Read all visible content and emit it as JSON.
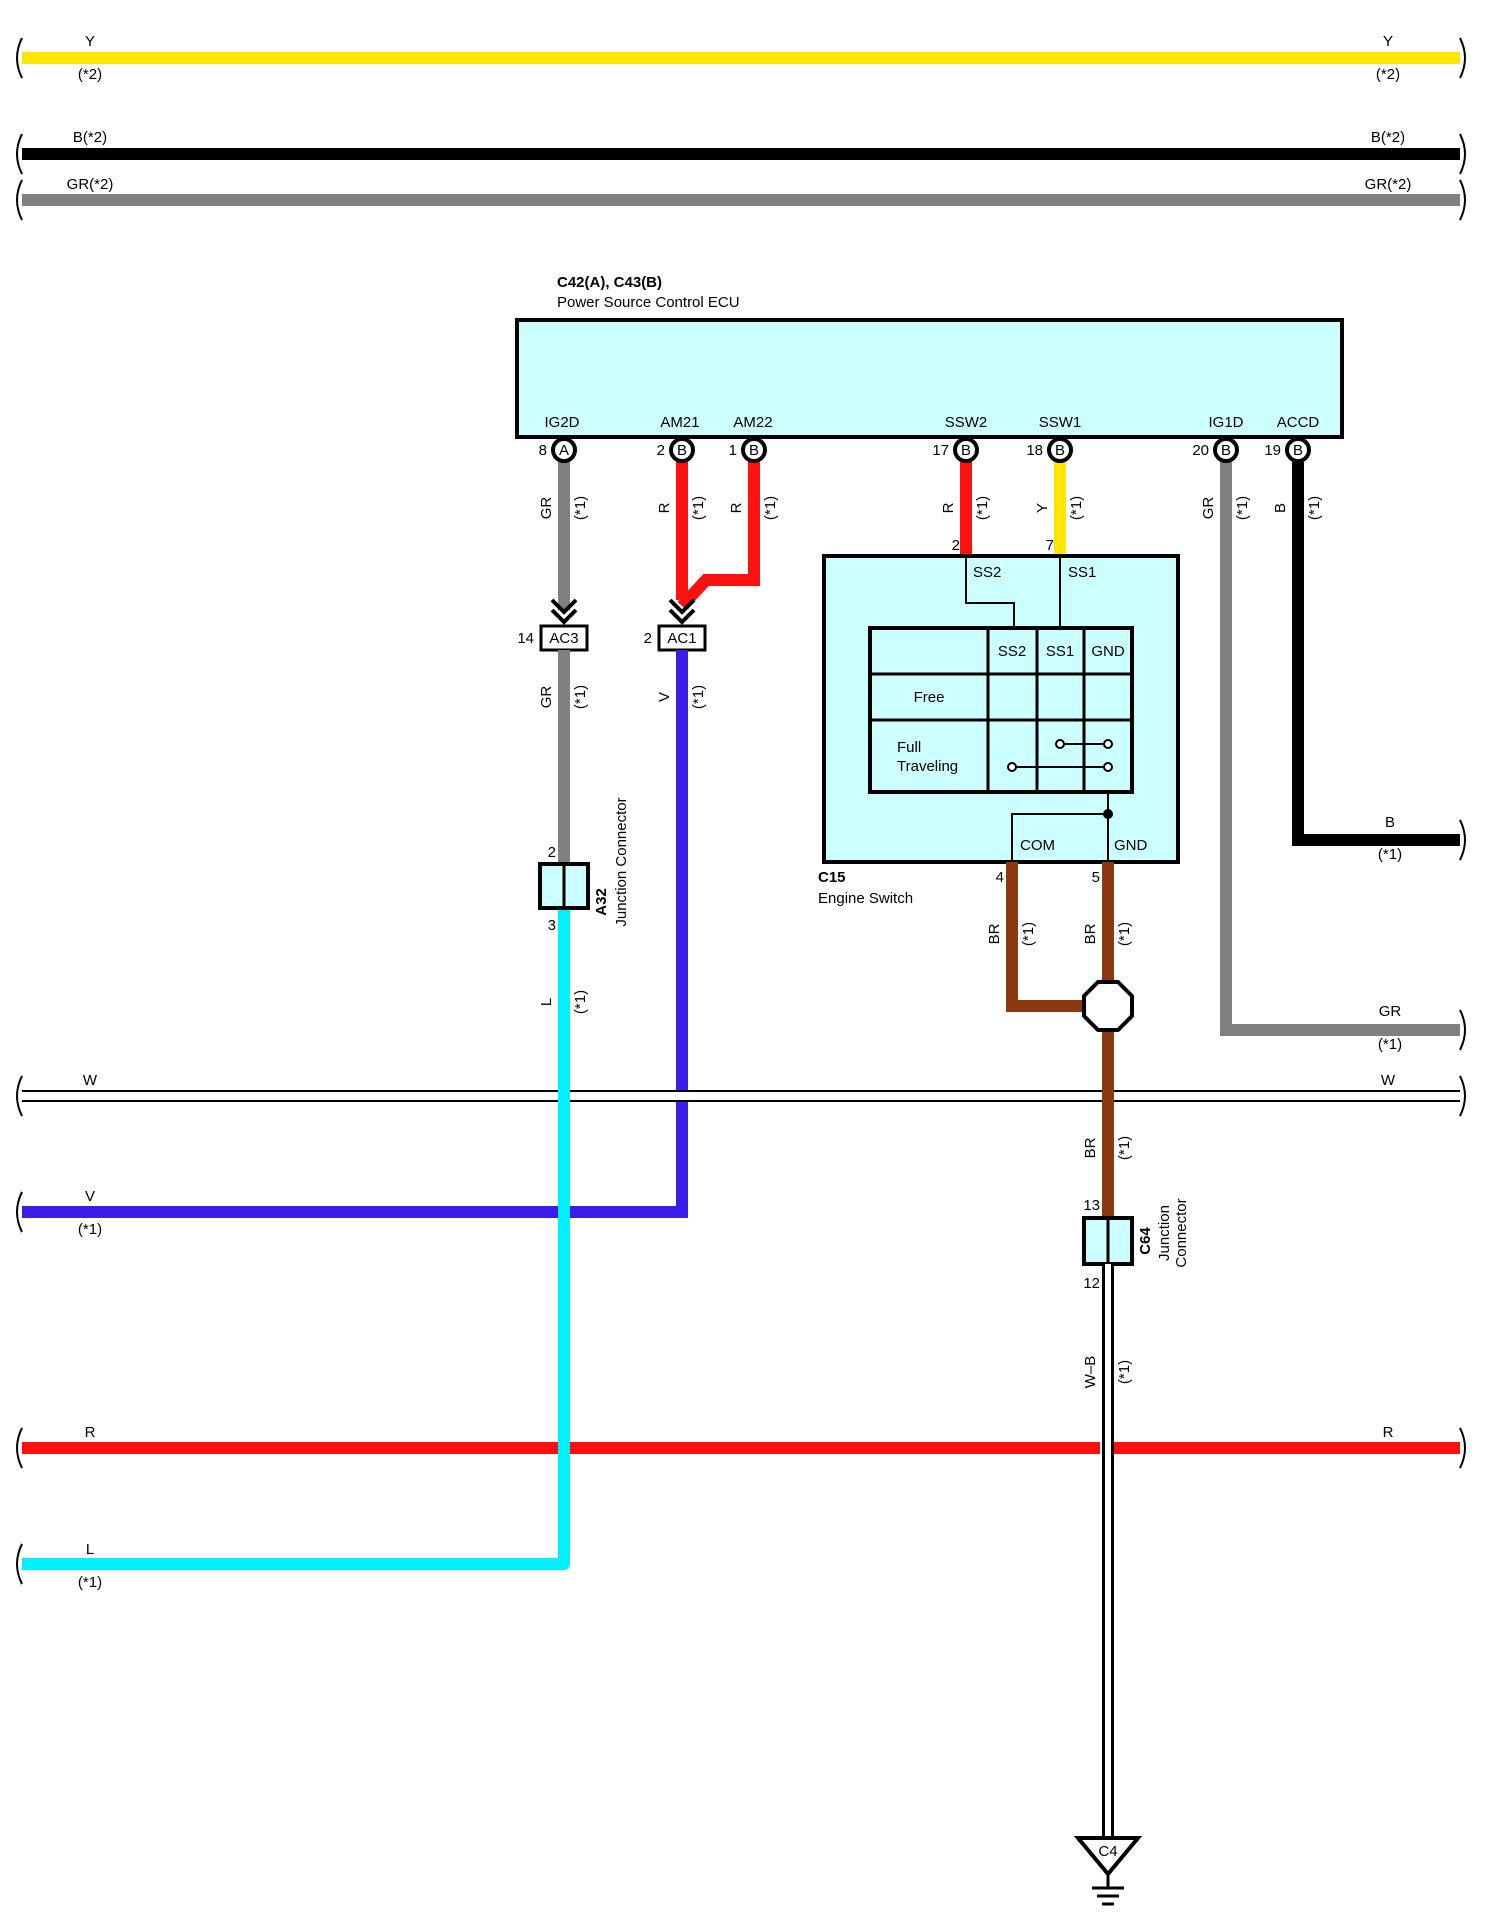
{
  "bus_wires": {
    "y": {
      "code": "Y",
      "note": "(*2)",
      "color": "#ffe600"
    },
    "b": {
      "code": "B(*2)",
      "color": "#000000"
    },
    "gr": {
      "code": "GR(*2)",
      "color": "#808080"
    },
    "w": {
      "code": "W",
      "color": "#ffffff"
    },
    "v": {
      "code": "V",
      "note": "(*1)",
      "color": "#3a1de8"
    },
    "r": {
      "code": "R",
      "color": "#ff1010"
    },
    "l": {
      "code": "L",
      "note": "(*1)",
      "color": "#00f0ff"
    }
  },
  "right_exit_wires": {
    "b": {
      "code": "B",
      "note": "(*1)"
    },
    "gr": {
      "code": "GR",
      "note": "(*1)"
    }
  },
  "ecu": {
    "connector": "C42(A), C43(B)",
    "name": "Power Source Control ECU",
    "fill": "#ccffff",
    "pins": [
      {
        "label": "IG2D",
        "num": "8",
        "conn": "A",
        "wire": "GR",
        "note": "(*1)"
      },
      {
        "label": "AM21",
        "num": "2",
        "conn": "B",
        "wire": "R",
        "note": "(*1)"
      },
      {
        "label": "AM22",
        "num": "1",
        "conn": "B",
        "wire": "R",
        "note": "(*1)"
      },
      {
        "label": "SSW2",
        "num": "17",
        "conn": "B",
        "wire": "R",
        "note": "(*1)"
      },
      {
        "label": "SSW1",
        "num": "18",
        "conn": "B",
        "wire": "Y",
        "note": "(*1)"
      },
      {
        "label": "IG1D",
        "num": "20",
        "conn": "B",
        "wire": "GR",
        "note": "(*1)"
      },
      {
        "label": "ACCD",
        "num": "19",
        "conn": "B",
        "wire": "B",
        "note": "(*1)"
      }
    ]
  },
  "inline_connectors": {
    "ac3": {
      "name": "AC3",
      "pin": "14",
      "wire_below": "GR",
      "note": "(*1)"
    },
    "ac1": {
      "name": "AC1",
      "pin": "2",
      "wire_below": "V",
      "note": "(*1)"
    }
  },
  "junction_a32": {
    "id": "A32",
    "name": "Junction Connector",
    "pin_in": "2",
    "pin_out": "3",
    "wire_out": "L",
    "note": "(*1)"
  },
  "engine_switch": {
    "id": "C15",
    "name": "Engine Switch",
    "pin_ss2": "2",
    "pin_ss1": "7",
    "term_ss2": "SS2",
    "term_ss1": "SS1",
    "table_headers": [
      "SS2",
      "SS1",
      "GND"
    ],
    "row_free": "Free",
    "row_full_1": "Full",
    "row_full_2": "Traveling",
    "term_com": "COM",
    "term_gnd": "GND",
    "pin_com": "4",
    "pin_gnd": "5",
    "wire_com": "BR",
    "wire_gnd": "BR",
    "note": "(*1)"
  },
  "br_to_junction": {
    "wire": "BR",
    "note": "(*1)"
  },
  "junction_c64": {
    "id": "C64",
    "name_1": "Junction",
    "name_2": "Connector",
    "pin_in": "13",
    "pin_out": "12",
    "wire_out": "W–B",
    "note": "(*1)"
  },
  "ground": {
    "id": "C4"
  },
  "brown_color": "#8b3a0f"
}
